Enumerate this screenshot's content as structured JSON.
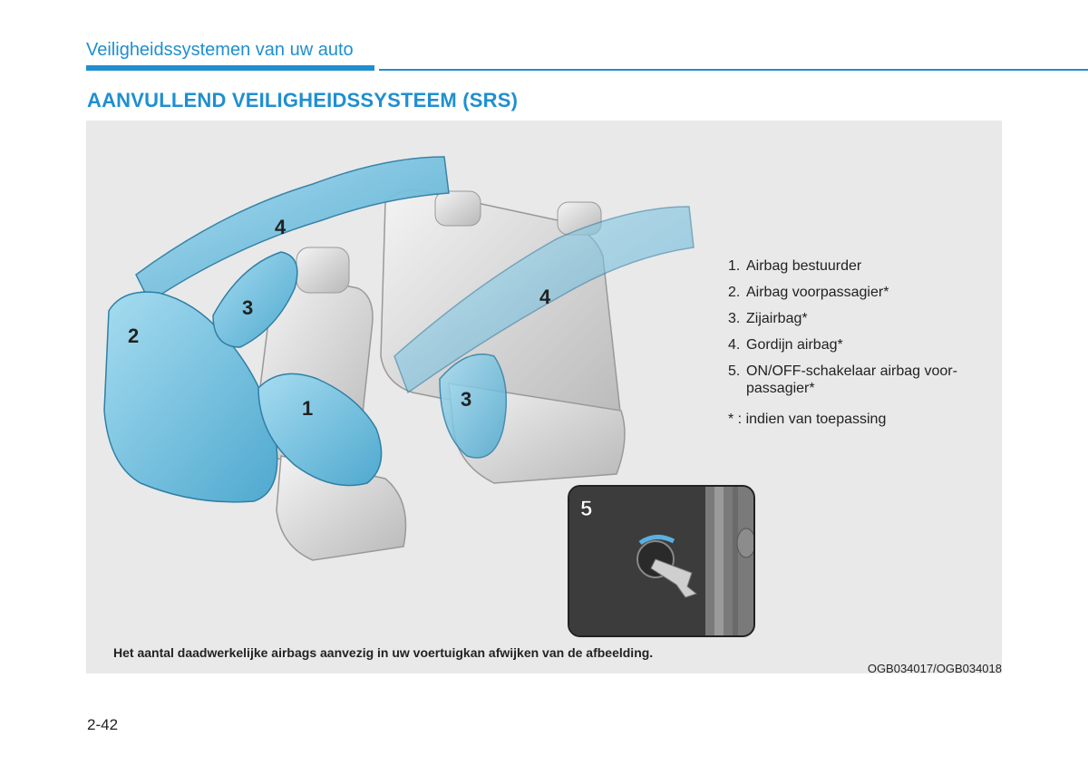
{
  "header": {
    "title": "Veiligheidssystemen van uw auto",
    "accent_color": "#1f8fd0"
  },
  "section": {
    "heading": "AANVULLEND VEILIGHEIDSSYSTEEM (SRS)"
  },
  "figure": {
    "callouts": [
      "1",
      "2",
      "3",
      "4",
      "3",
      "4"
    ],
    "inset_callout": "5",
    "legend": [
      {
        "num": "1.",
        "text": "Airbag bestuurder"
      },
      {
        "num": "2.",
        "text": "Airbag voorpassagier*"
      },
      {
        "num": "3.",
        "text": "Zijairbag*"
      },
      {
        "num": "4.",
        "text": "Gordijn airbag*"
      },
      {
        "num": "5.",
        "text": "ON/OFF-schakelaar airbag voor-"
      }
    ],
    "legend_item_5_cont": "passagier*",
    "legend_note": "* : indien van toepassing",
    "caption": "Het aantal daadwerkelijke airbags aanvezig in uw voertuigkan afwijken van de afbeelding.",
    "code": "OGB034017/OGB034018",
    "airbag_color": "#7cc8e6"
  },
  "footer": {
    "page_number": "2-42"
  }
}
